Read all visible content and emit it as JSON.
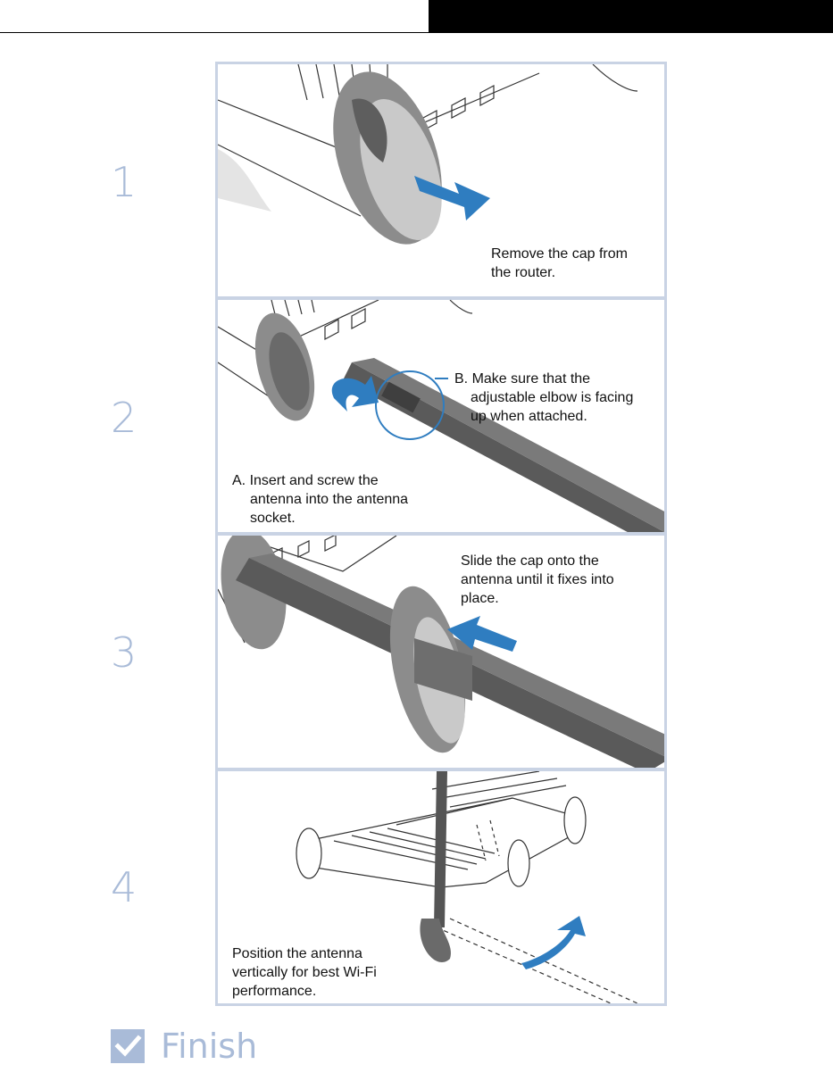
{
  "steps": [
    {
      "number": "1",
      "caption_lines": [
        "Remove the cap from",
        "the router."
      ]
    },
    {
      "number": "2",
      "caption_a_lines": [
        "A. Insert and screw the",
        "antenna into the antenna",
        "socket."
      ],
      "caption_b_lines": [
        "B. Make sure that the",
        "adjustable elbow is facing",
        "up when attached."
      ]
    },
    {
      "number": "3",
      "caption_lines": [
        "Slide the cap onto the",
        "antenna until it fixes into",
        "place."
      ]
    },
    {
      "number": "4",
      "caption_lines": [
        "Position the antenna",
        "vertically for best Wi-Fi",
        "performance."
      ]
    }
  ],
  "finish": {
    "label": "Finish"
  },
  "colors": {
    "accent": "#a9bbd8",
    "arrow": "#2f7dc0",
    "panel_border": "#c9d3e4",
    "antenna": "#555555"
  }
}
